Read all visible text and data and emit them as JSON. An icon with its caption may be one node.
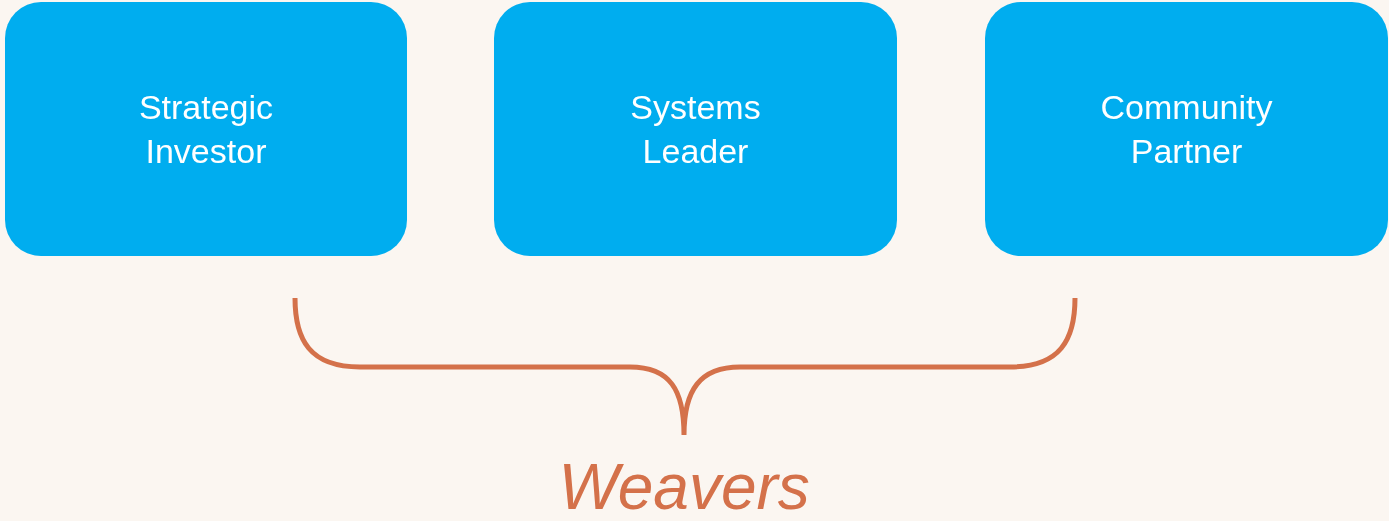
{
  "diagram": {
    "nodes": [
      {
        "text": [
          "Strategic Investor"
        ]
      },
      {
        "text": [
          "Systems Leader"
        ]
      },
      {
        "text": [
          "Community Partner"
        ]
      }
    ],
    "labels": [
      "Weavers"
    ]
  }
}
